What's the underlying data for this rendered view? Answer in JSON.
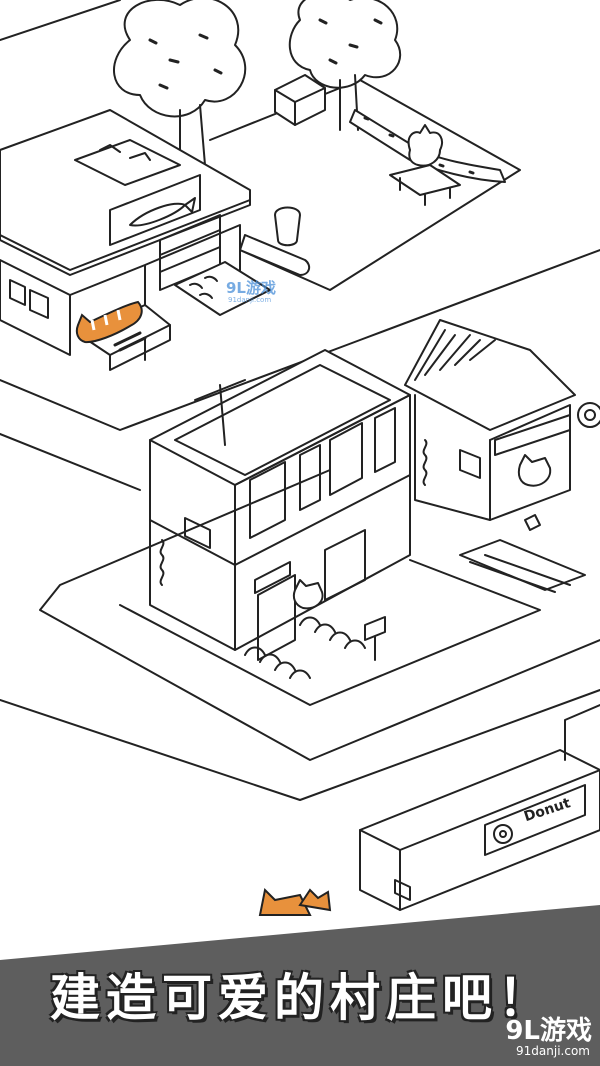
{
  "banner": {
    "caption": "建造可爱的村庄吧！"
  },
  "watermark": {
    "brand": "9L游戏",
    "site": "91danji.com",
    "overlay_brand": "9L游戏"
  },
  "signs": {
    "donut_shop": "Donut"
  },
  "colors": {
    "ink": "#222222",
    "paper": "#ffffff",
    "banner": "#5e5e5e",
    "cat_orange": "#e8913c",
    "watermark_blue": "#4a90d9"
  }
}
